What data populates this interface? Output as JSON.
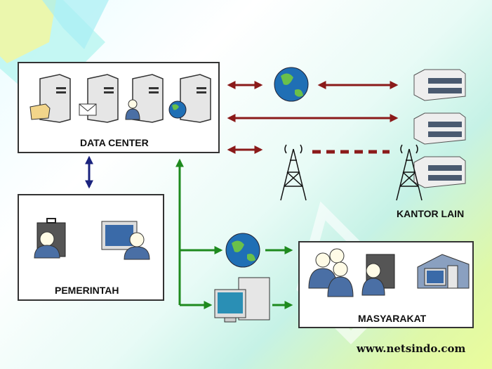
{
  "diagram": {
    "nodes": {
      "data_center": {
        "label": "DATA CENTER",
        "icons": [
          "file-server-icon",
          "mail-server-icon",
          "user-server-icon",
          "web-server-icon"
        ]
      },
      "pemerintah": {
        "label": "PEMERINTAH",
        "icons": [
          "business-user-icon",
          "computer-user-icon"
        ]
      },
      "kantor_lain": {
        "label": "KANTOR LAIN",
        "icons": [
          "office-building-icon",
          "office-building-icon",
          "office-building-icon"
        ]
      },
      "masyarakat": {
        "label": "MASYARAKAT",
        "icons": [
          "user-group-icon",
          "business-user-icon",
          "home-computer-icon"
        ]
      }
    },
    "connections": [
      {
        "from": "data_center",
        "to": "kantor_lain",
        "via": "internet",
        "style": "solid",
        "color": "#8b1a1a"
      },
      {
        "from": "data_center",
        "to": "kantor_lain",
        "via": "direct",
        "style": "solid",
        "color": "#8b1a1a"
      },
      {
        "from": "data_center",
        "to": "kantor_lain",
        "via": "radio-tower",
        "style": "dashed",
        "color": "#8b1a1a"
      },
      {
        "from": "data_center",
        "to": "pemerintah",
        "via": "direct",
        "style": "solid",
        "color": "#1a237e"
      },
      {
        "from": "data_center",
        "to": "masyarakat",
        "via": "internet",
        "style": "solid",
        "color": "#1e8a1e"
      },
      {
        "from": "data_center",
        "to": "masyarakat",
        "via": "kiosk-computer",
        "style": "solid",
        "color": "#1e8a1e"
      }
    ]
  },
  "footer": {
    "website": "www.netsindo.com"
  }
}
